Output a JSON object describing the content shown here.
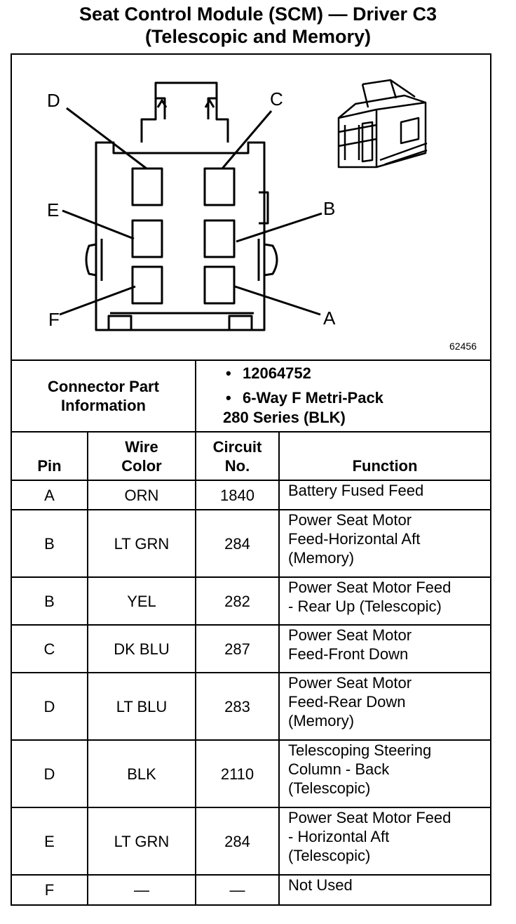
{
  "title": {
    "line1": "Seat Control Module (SCM) — Driver C3",
    "line2": "(Telescopic and Memory)"
  },
  "diagram": {
    "labels": {
      "a": "A",
      "b": "B",
      "c": "C",
      "d": "D",
      "e": "E",
      "f": "F"
    },
    "figure_number": "62456"
  },
  "connector_info": {
    "label_line1": "Connector Part",
    "label_line2": "Information",
    "bullet": "•",
    "part_number": "12064752",
    "desc_line1": "6-Way F Metri-Pack",
    "desc_line2": "280 Series (BLK)"
  },
  "table": {
    "headers": {
      "pin": "Pin",
      "wire_color_1": "Wire",
      "wire_color_2": "Color",
      "circuit_1": "Circuit",
      "circuit_2": "No.",
      "function": "Function"
    },
    "rows": [
      {
        "pin": "A",
        "color": "ORN",
        "circuit": "1840",
        "f1": "Battery Fused Feed",
        "f2": "",
        "f3": ""
      },
      {
        "pin": "B",
        "color": "LT GRN",
        "circuit": "284",
        "f1": "Power Seat Motor",
        "f2": "Feed-Horizontal Aft",
        "f3": "(Memory)"
      },
      {
        "pin": "B",
        "color": "YEL",
        "circuit": "282",
        "f1": "Power Seat Motor Feed",
        "f2": "- Rear Up (Telescopic)",
        "f3": ""
      },
      {
        "pin": "C",
        "color": "DK BLU",
        "circuit": "287",
        "f1": "Power Seat Motor",
        "f2": "Feed-Front Down",
        "f3": ""
      },
      {
        "pin": "D",
        "color": "LT BLU",
        "circuit": "283",
        "f1": "Power Seat Motor",
        "f2": "Feed-Rear Down",
        "f3": "(Memory)"
      },
      {
        "pin": "D",
        "color": "BLK",
        "circuit": "2110",
        "f1": "Telescoping Steering",
        "f2": "Column - Back",
        "f3": "(Telescopic)"
      },
      {
        "pin": "E",
        "color": "LT GRN",
        "circuit": "284",
        "f1": "Power Seat Motor Feed",
        "f2": "- Horizontal Aft",
        "f3": "(Telescopic)"
      },
      {
        "pin": "F",
        "color": "—",
        "circuit": "—",
        "f1": "Not Used",
        "f2": "",
        "f3": ""
      }
    ]
  }
}
